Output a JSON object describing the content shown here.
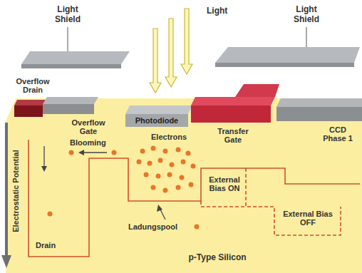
{
  "diagram": {
    "nodes": [
      {
        "text": [
          "Light Shield"
        ]
      },
      {
        "text": [
          "Light Shield"
        ]
      },
      {
        "text": [
          "Overflow Drain"
        ]
      },
      {
        "text": [
          "Overflow Gate"
        ]
      },
      {
        "text": [
          "Photodiode"
        ]
      },
      {
        "text": [
          "Transfer Gate"
        ]
      },
      {
        "text": [
          "CCD Phase 1"
        ]
      },
      {
        "text": [
          "p-Type Silicon"
        ]
      }
    ],
    "labels": [
      "Light",
      "Electrostatic Potential",
      "Blooming",
      "Electrons",
      "External Bias ON",
      "External Bias OFF",
      "Ladungspool",
      "Drain"
    ]
  }
}
